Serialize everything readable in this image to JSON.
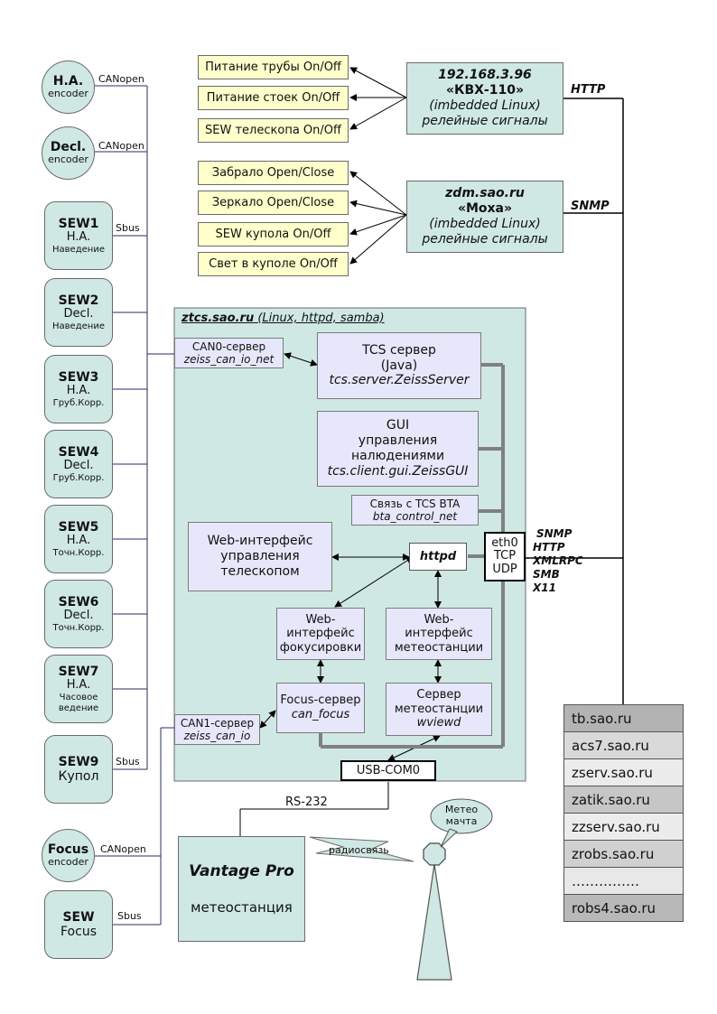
{
  "encoders": {
    "ha": {
      "title": "H.A.",
      "sub": "encoder",
      "link": "CANopen"
    },
    "decl": {
      "title": "Decl.",
      "sub": "encoder",
      "link": "CANopen"
    },
    "focus": {
      "title": "Focus",
      "sub": "encoder",
      "link": "CANopen"
    }
  },
  "sew": [
    {
      "title": "SEW1",
      "axis": "H.A.",
      "sub": "Наведение"
    },
    {
      "title": "SEW2",
      "axis": "Decl.",
      "sub": "Наведение"
    },
    {
      "title": "SEW3",
      "axis": "H.A.",
      "sub": "Груб.Корр."
    },
    {
      "title": "SEW4",
      "axis": "Decl.",
      "sub": "Груб.Корр."
    },
    {
      "title": "SEW5",
      "axis": "H.A.",
      "sub": "Точн.Корр."
    },
    {
      "title": "SEW6",
      "axis": "Decl.",
      "sub": "Точн.Корр."
    },
    {
      "title": "SEW7",
      "axis": "H.A.",
      "sub": "Часовое ведение"
    },
    {
      "title": "SEW9",
      "axis": "Купол",
      "sub": ""
    }
  ],
  "sew_focus": {
    "title": "SEW",
    "axis": "Focus"
  },
  "sbus_label": "Sbus",
  "relay_kvx": [
    "Питание трубы On/Off",
    "Питание стоек On/Off",
    "SEW телескопа On/Off"
  ],
  "relay_moxa": [
    "Забрало Open/Close",
    "Зеркало Open/Close",
    "SEW купола On/Off",
    "Свет в куполе On/Off"
  ],
  "kvx": {
    "ip": "192.168.3.96",
    "name": "«КВХ-110»",
    "os": "(imbedded Linux)",
    "desc": "релейные сигналы",
    "proto": "HTTP"
  },
  "moxa": {
    "ip": "zdm.sao.ru",
    "name": "«Moxa»",
    "os": "(imbedded Linux)",
    "desc": "релейные сигналы",
    "proto": "SNMP"
  },
  "ztcs": {
    "host": "ztcs.sao.ru",
    "desc": "(Linux, httpd, samba)"
  },
  "can0": {
    "title": "CAN0-сервер",
    "sub": "zeiss_can_io_net"
  },
  "can1": {
    "title": "CAN1-сервер",
    "sub": "zeiss_can_io"
  },
  "tcs": {
    "l1": "TCS сервер",
    "l2": "(Java)",
    "l3": "tcs.server.ZeissServer"
  },
  "gui": {
    "l1": "GUI",
    "l2": "управления",
    "l3": "налюдениями",
    "l4": "tcs.client.gui.ZeissGUI"
  },
  "bta": {
    "l1": "Связь с TCS BTA",
    "l2": "bta_control_net"
  },
  "web_tel": {
    "l1": "Web-интерфейс",
    "l2": "управления",
    "l3": "телескопом"
  },
  "httpd": "httpd",
  "eth": {
    "l1": "eth0",
    "l2": "TCP",
    "l3": "UDP"
  },
  "net_protocols": [
    "SNMP",
    "HTTP",
    "XMLRPC",
    "SMB",
    "X11"
  ],
  "web_focus": {
    "l1": "Web-",
    "l2": "интерфейс",
    "l3": "фокусировки"
  },
  "web_meteo": {
    "l1": "Web-",
    "l2": "интерфейс",
    "l3": "метеостанции"
  },
  "focus_srv": {
    "l1": "Focus-сервер",
    "l2": "can_focus"
  },
  "meteo_srv": {
    "l1": "Сервер",
    "l2": "метеостанции",
    "l3": "wviewd"
  },
  "usb": "USB-COM0",
  "rs232": "RS-232",
  "vantage": {
    "title": "Vantage Pro",
    "sub": "метеостанция"
  },
  "radio": "радиосвязь",
  "mast": {
    "l1": "Метео",
    "l2": "мачта"
  },
  "hosts": [
    "tb.sao.ru",
    "acs7.sao.ru",
    "zserv.sao.ru",
    "zatik.sao.ru",
    "zzserv.sao.ru",
    "zrobs.sao.ru",
    "……………",
    "robs4.sao.ru"
  ],
  "colors": {
    "teal": "#cfe8e3",
    "yellow": "#ffffcc",
    "lavender": "#e7e7fb",
    "bus": "#808080"
  }
}
